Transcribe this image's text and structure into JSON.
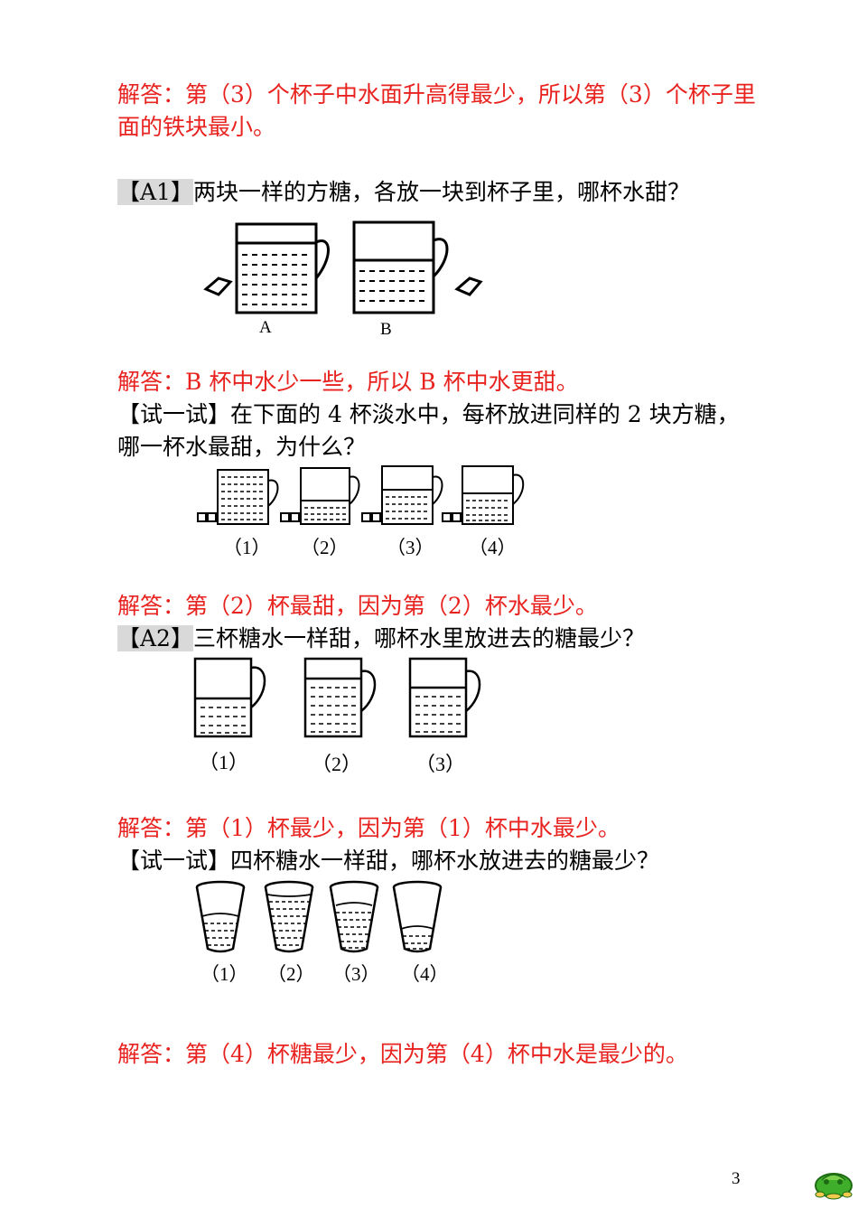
{
  "answer1": {
    "line1": "解答：第（3）个杯子中水面升高得最少，所以第（3）个杯子里",
    "line2": "面的铁块最小。"
  },
  "a1": {
    "tag": "【A1】",
    "question": "两块一样的方糖，各放一块到杯子里，哪杯水甜？",
    "label_a": "A",
    "label_b": "B"
  },
  "answer2": "解答：B 杯中水少一些，所以 B 杯中水更甜。",
  "try1": {
    "line1": "【试一试】在下面的 4 杯淡水中，每杯放进同样的 2 块方糖，",
    "line2": "哪一杯水最甜，为什么？",
    "labels": [
      "（1）",
      "（2）",
      "（3）",
      "（4）"
    ]
  },
  "answer3": "解答：第（2）杯最甜，因为第（2）杯水最少。",
  "a2": {
    "tag": "【A2】",
    "question": "三杯糖水一样甜，哪杯水里放进去的糖最少？",
    "labels": [
      "（1）",
      "（2）",
      "（3）"
    ]
  },
  "answer4": "解答：第（1）杯最少，因为第（1）杯中水最少。",
  "try2": {
    "line1": "【试一试】四杯糖水一样甜，哪杯水放进去的糖最少？",
    "labels": [
      "（1）",
      "（2）",
      "（3）",
      "（4）"
    ]
  },
  "answer5": "解答：第（4）杯糖最少，因为第（4）杯中水是最少的。",
  "page_number": "3",
  "icons": {
    "turtle": "turtle-icon"
  },
  "colors": {
    "answer": "#e8231f",
    "tag_bg": "#d9d9d9"
  }
}
